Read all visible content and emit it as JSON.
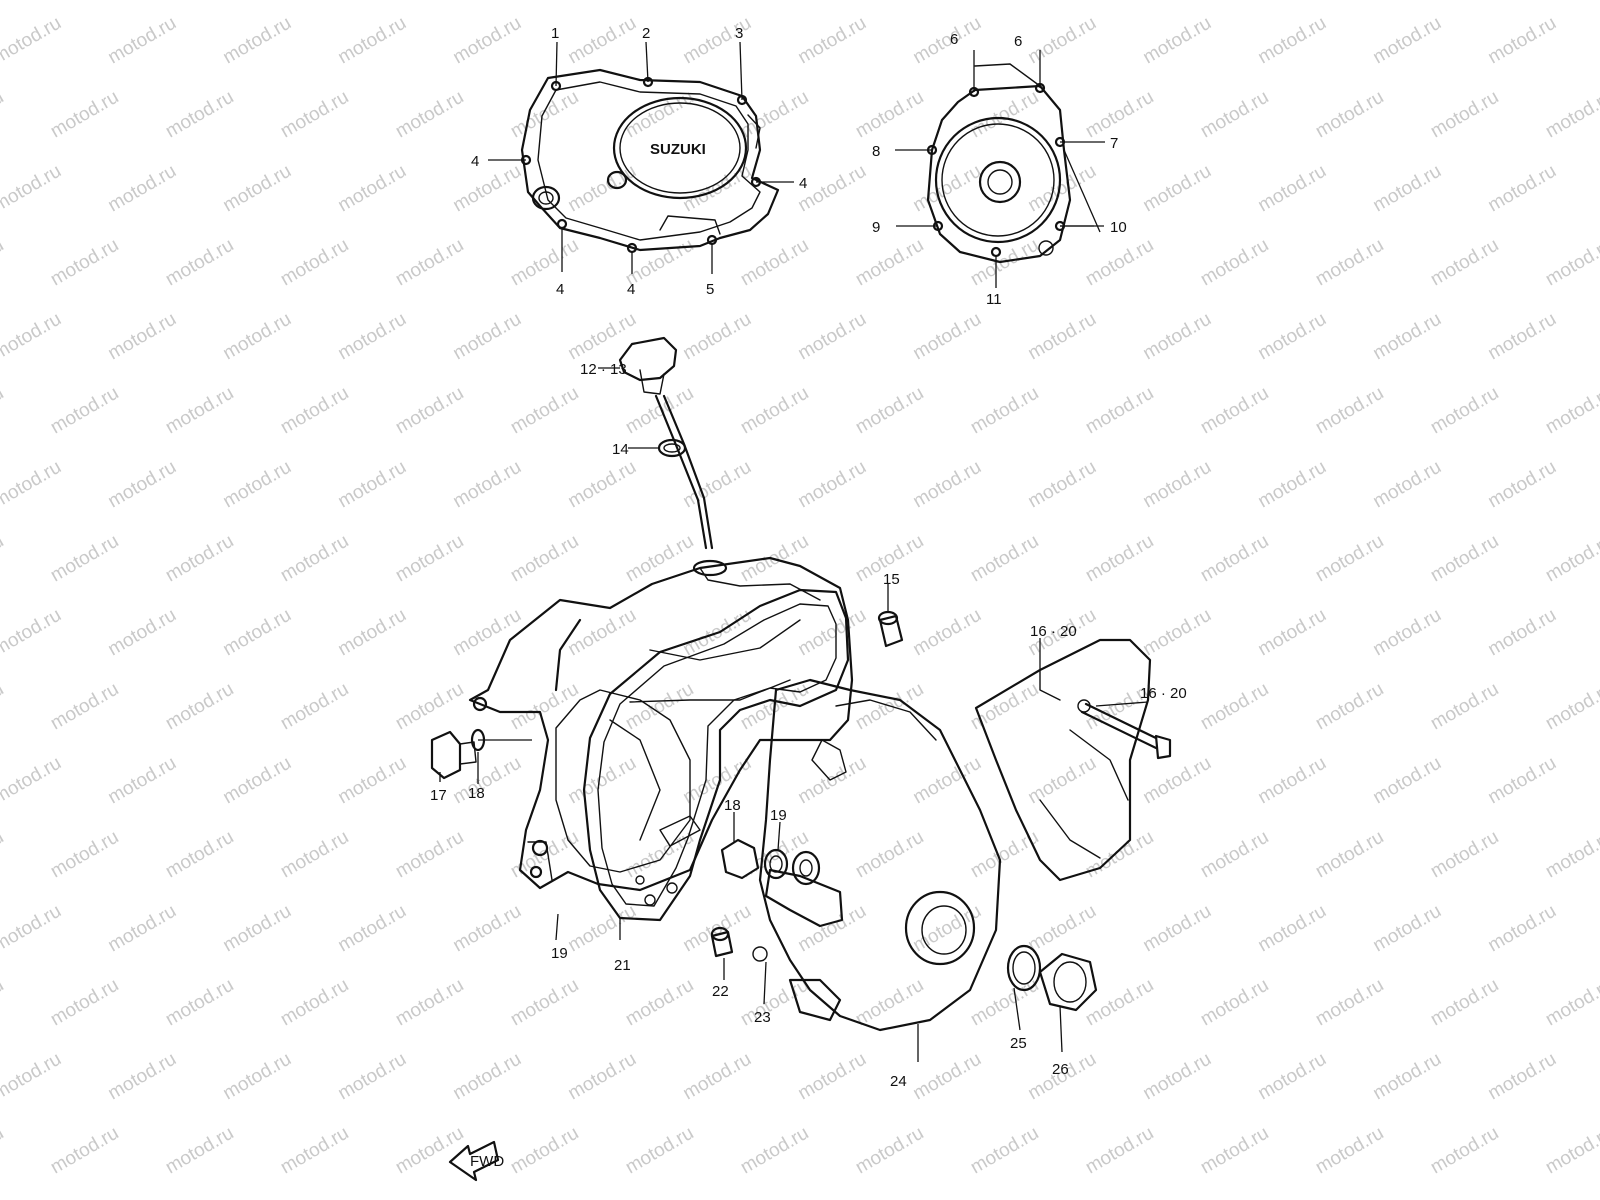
{
  "watermark": {
    "text": "motod.ru",
    "color": "#c9c9c9"
  },
  "colors": {
    "line": "#111111",
    "background": "#ffffff"
  },
  "logo": {
    "text": "SUZUKI"
  },
  "fwd_arrow": {
    "text": "FWD"
  },
  "callouts": [
    {
      "id": "c-1",
      "text": "1"
    },
    {
      "id": "c-2",
      "text": "2"
    },
    {
      "id": "c-3",
      "text": "3"
    },
    {
      "id": "c-4a",
      "text": "4"
    },
    {
      "id": "c-4b",
      "text": "4"
    },
    {
      "id": "c-4c",
      "text": "4"
    },
    {
      "id": "c-4d",
      "text": "4"
    },
    {
      "id": "c-5",
      "text": "5"
    },
    {
      "id": "c-6a",
      "text": "6"
    },
    {
      "id": "c-6b",
      "text": "6"
    },
    {
      "id": "c-7",
      "text": "7"
    },
    {
      "id": "c-8",
      "text": "8"
    },
    {
      "id": "c-9",
      "text": "9"
    },
    {
      "id": "c-10",
      "text": "10"
    },
    {
      "id": "c-11",
      "text": "11"
    },
    {
      "id": "c-12-13",
      "text": "12 · 13"
    },
    {
      "id": "c-14",
      "text": "14"
    },
    {
      "id": "c-15",
      "text": "15"
    },
    {
      "id": "c-16-20a",
      "text": "16 · 20"
    },
    {
      "id": "c-16-20b",
      "text": "16 · 20"
    },
    {
      "id": "c-17",
      "text": "17"
    },
    {
      "id": "c-18a",
      "text": "18"
    },
    {
      "id": "c-18b",
      "text": "18"
    },
    {
      "id": "c-19a",
      "text": "19"
    },
    {
      "id": "c-19b",
      "text": "19"
    },
    {
      "id": "c-21",
      "text": "21"
    },
    {
      "id": "c-22",
      "text": "22"
    },
    {
      "id": "c-23",
      "text": "23"
    },
    {
      "id": "c-24",
      "text": "24"
    },
    {
      "id": "c-25",
      "text": "25"
    },
    {
      "id": "c-26",
      "text": "26"
    }
  ]
}
